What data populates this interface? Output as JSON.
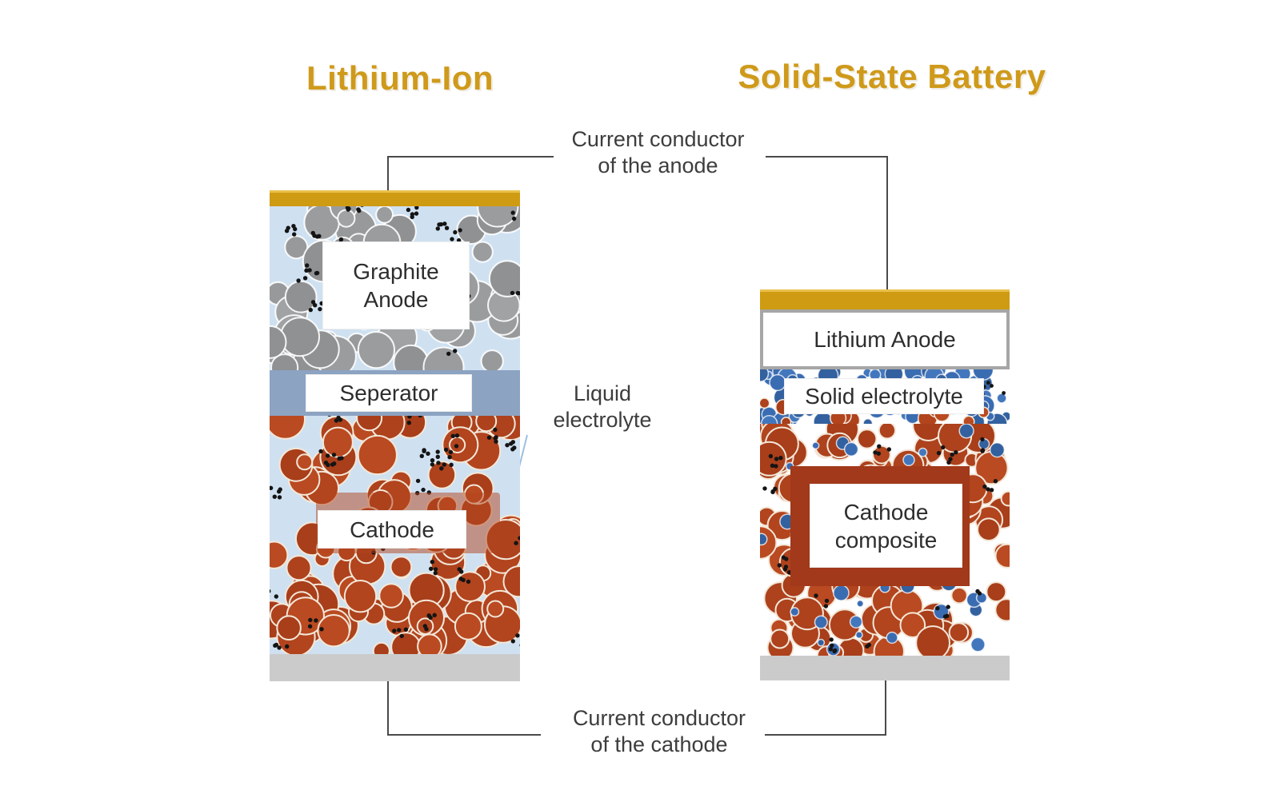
{
  "titles": {
    "left": "Lithium-Ion",
    "right": "Solid-State Battery"
  },
  "annotations": {
    "anode_conductor": {
      "line1": "Current conductor",
      "line2": "of the anode"
    },
    "liquid_electrolyte": {
      "line1": "Liquid",
      "line2": "electrolyte"
    },
    "cathode_conductor": {
      "line1": "Current conductor",
      "line2": "of the cathode"
    }
  },
  "left_battery": {
    "anode_line1": "Graphite",
    "anode_line2": "Anode",
    "separator": "Seperator",
    "cathode": "Cathode"
  },
  "right_battery": {
    "anode": "Lithium Anode",
    "electrolyte": "Solid electrolyte",
    "cathode_line1": "Cathode",
    "cathode_line2": "composite"
  },
  "colors": {
    "gold": "#cf9b12",
    "gold_light": "#e9c04a",
    "light_blue_background": "#cfe1f1",
    "separator_blue": "#8ca3c2",
    "conductor_gray": "#cbcbcb",
    "connector_line": "#4a4a4a",
    "title_gold": "#cf9a1b",
    "label_text": "#3d3d3d",
    "red_backdrop": "#a1391a",
    "particle_grays": [
      "#97999b",
      "#8f9193",
      "#a0a2a4",
      "#9a9c9e"
    ],
    "particle_reds": [
      "#b2441e",
      "#a83e1a",
      "#ba4a21",
      "#ad421d"
    ],
    "particle_blues": [
      "#3a6cb2",
      "#33619f",
      "#4377bd"
    ],
    "particle_dot_black": "#141414"
  }
}
